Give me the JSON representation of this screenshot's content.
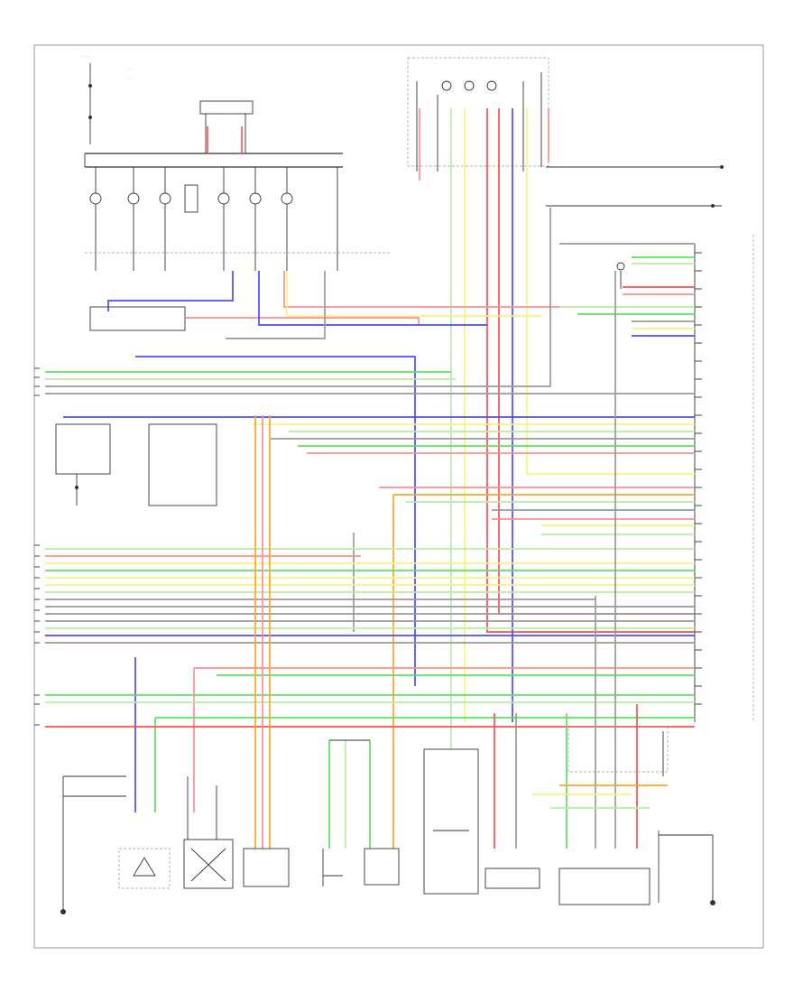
{
  "diagram": {
    "colors": {
      "red": "#ff4f4f",
      "pink": "#ff8f8f",
      "orange": "#ffa428",
      "yellow": "#f6f57a",
      "green": "#5ee05e",
      "light_green": "#b2f0a2",
      "blue": "#4b4bff",
      "grey": "#9a9a9a",
      "black": "#333333"
    },
    "components": [
      {
        "id": "hot-fuse-box",
        "label": ""
      },
      {
        "id": "fuse-relay-box",
        "label": ""
      },
      {
        "id": "engine-control-module",
        "label": ""
      },
      {
        "id": "main-relay-bottom-left",
        "label": ""
      },
      {
        "id": "relay-center-left",
        "label": ""
      },
      {
        "id": "sensor-bottom-1",
        "label": ""
      },
      {
        "id": "sensor-bottom-2",
        "label": ""
      },
      {
        "id": "sensor-bottom-3",
        "label": ""
      },
      {
        "id": "sensor-bottom-4",
        "label": ""
      },
      {
        "id": "sensor-bottom-5",
        "label": ""
      },
      {
        "id": "sensor-bottom-6",
        "label": ""
      },
      {
        "id": "sensor-bottom-7",
        "label": ""
      },
      {
        "id": "sensor-bottom-8",
        "label": ""
      },
      {
        "id": "ground-right",
        "label": ""
      }
    ],
    "footer_code": ""
  }
}
